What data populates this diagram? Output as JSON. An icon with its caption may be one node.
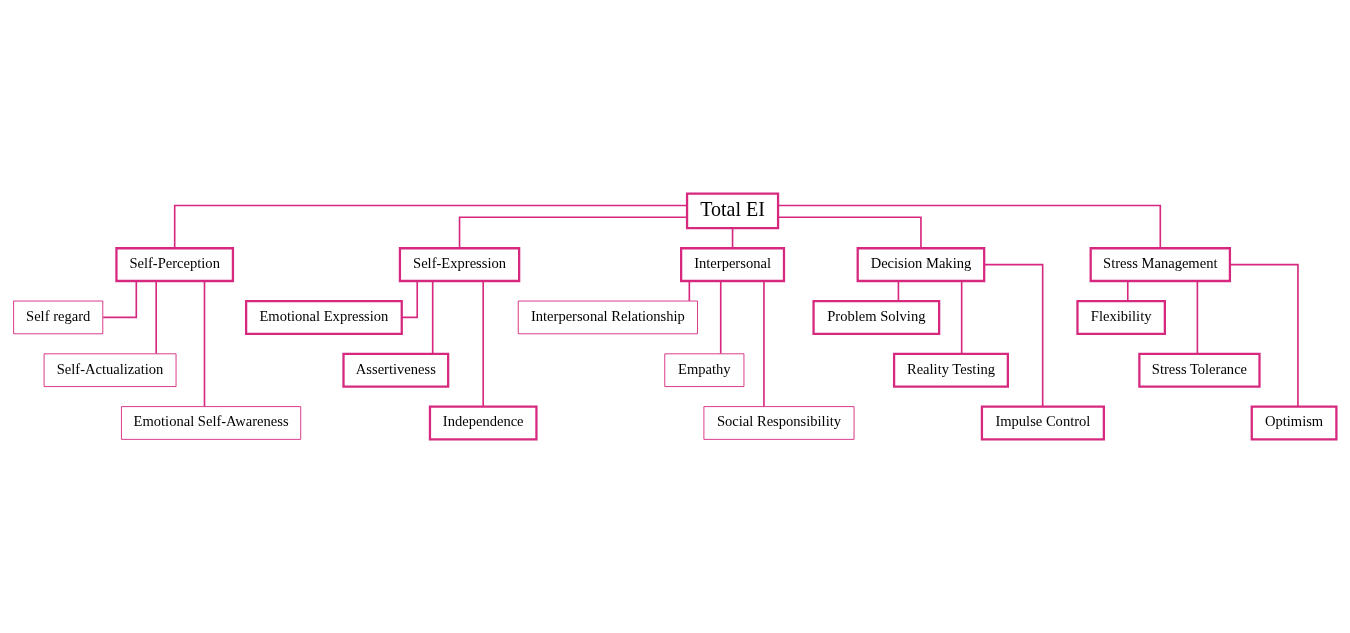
{
  "diagram": {
    "nodes": [
      {
        "text": [
          "Total EI"
        ]
      },
      {
        "text": [
          "Self-Perception"
        ]
      },
      {
        "text": [
          "Self regard"
        ]
      },
      {
        "text": [
          "Self-Actualization"
        ]
      },
      {
        "text": [
          "Emotional Self-Awareness"
        ]
      },
      {
        "text": [
          "Self-Expression"
        ]
      },
      {
        "text": [
          "Emotional Expression"
        ]
      },
      {
        "text": [
          "Assertiveness"
        ]
      },
      {
        "text": [
          "Independence"
        ]
      },
      {
        "text": [
          "Interpersonal"
        ]
      },
      {
        "text": [
          "Interpersonal Relationship"
        ]
      },
      {
        "text": [
          "Empathy"
        ]
      },
      {
        "text": [
          "Social Responsibility"
        ]
      },
      {
        "text": [
          "Decision Making"
        ]
      },
      {
        "text": [
          "Problem Solving"
        ]
      },
      {
        "text": [
          "Reality Testing"
        ]
      },
      {
        "text": [
          "Impulse Control"
        ]
      },
      {
        "text": [
          "Stress Management"
        ]
      },
      {
        "text": [
          "Flexibility"
        ]
      },
      {
        "text": [
          "Stress Tolerance"
        ]
      },
      {
        "text": [
          "Optimism"
        ]
      }
    ],
    "edges": [
      {
        "from": 0,
        "to": 1,
        "arrow": "none"
      },
      {
        "from": 0,
        "to": 5,
        "arrow": "none"
      },
      {
        "from": 0,
        "to": 9,
        "arrow": "none"
      },
      {
        "from": 0,
        "to": 13,
        "arrow": "none"
      },
      {
        "from": 0,
        "to": 17,
        "arrow": "none"
      },
      {
        "from": 1,
        "to": 2,
        "arrow": "none"
      },
      {
        "from": 1,
        "to": 3,
        "arrow": "none"
      },
      {
        "from": 1,
        "to": 4,
        "arrow": "none"
      },
      {
        "from": 5,
        "to": 6,
        "arrow": "none"
      },
      {
        "from": 5,
        "to": 7,
        "arrow": "none"
      },
      {
        "from": 5,
        "to": 8,
        "arrow": "none"
      },
      {
        "from": 9,
        "to": 10,
        "arrow": "none"
      },
      {
        "from": 9,
        "to": 11,
        "arrow": "none"
      },
      {
        "from": 9,
        "to": 12,
        "arrow": "none"
      },
      {
        "from": 13,
        "to": 14,
        "arrow": "none"
      },
      {
        "from": 13,
        "to": 15,
        "arrow": "none"
      },
      {
        "from": 13,
        "to": 16,
        "arrow": "none"
      },
      {
        "from": 17,
        "to": 18,
        "arrow": "none"
      },
      {
        "from": 17,
        "to": 19,
        "arrow": "none"
      },
      {
        "from": 17,
        "to": 20,
        "arrow": "none"
      }
    ]
  }
}
